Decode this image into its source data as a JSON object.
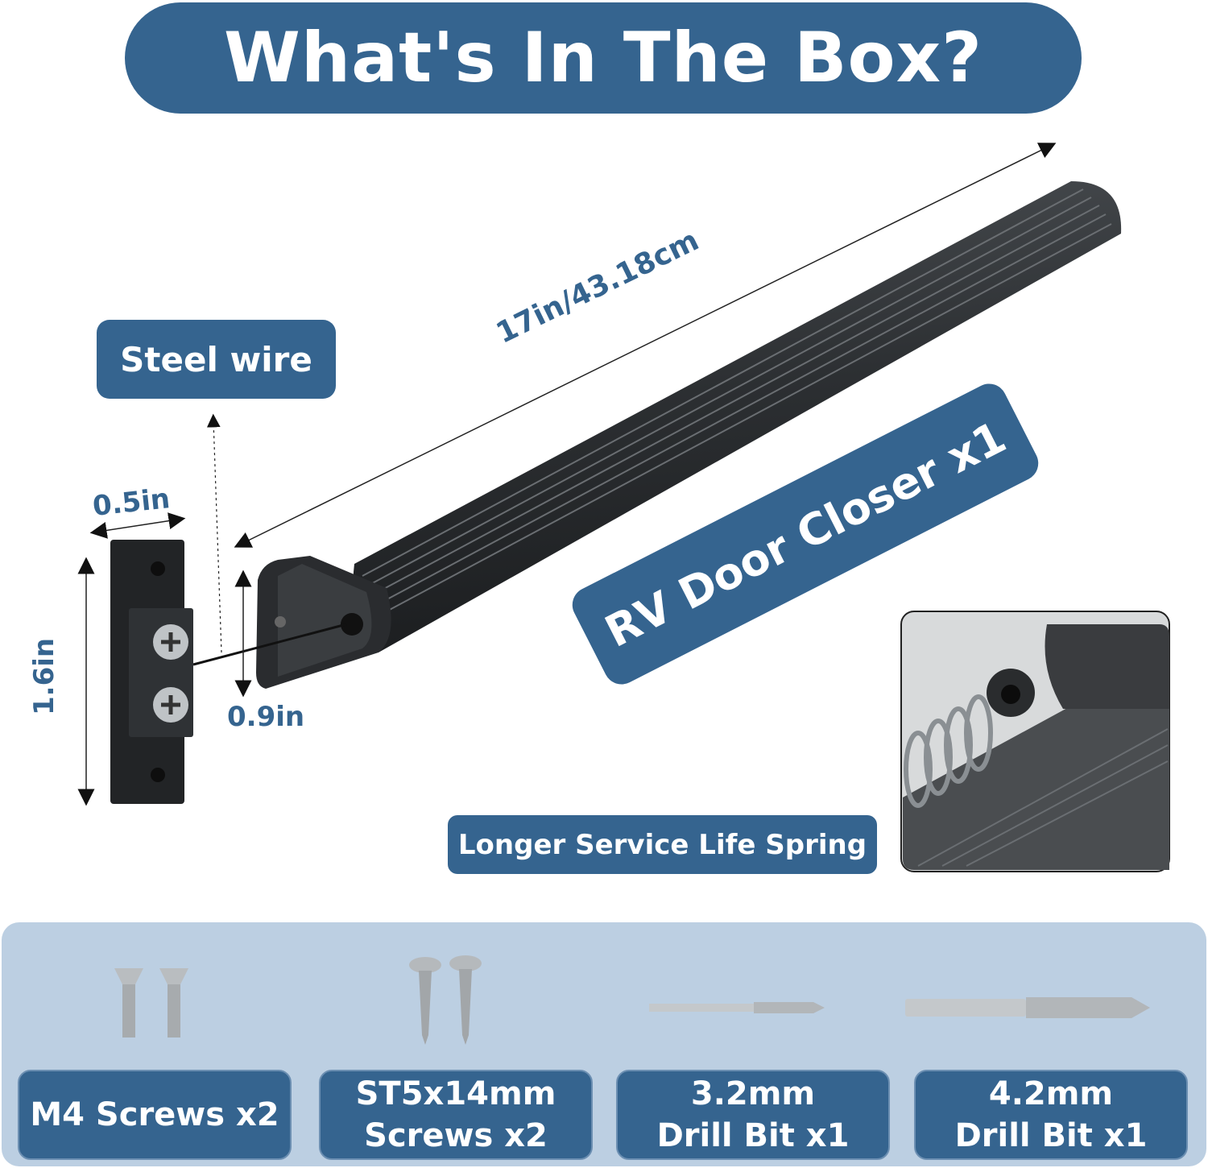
{
  "header": {
    "title": "What's In The Box?"
  },
  "main": {
    "steel_wire_label": "Steel wire",
    "closer_label": "RV Door Closer x1",
    "spring_label": "Longer Service Life Spring",
    "dimensions": {
      "length": "17in/43.18cm",
      "bracket_width": "0.5in",
      "bracket_height": "1.6in",
      "tube_height": "0.9in"
    }
  },
  "parts": [
    {
      "line1": "M4 Screws x2",
      "line2": ""
    },
    {
      "line1": "ST5x14mm",
      "line2": "Screws x2"
    },
    {
      "line1": "3.2mm",
      "line2": "Drill Bit x1"
    },
    {
      "line1": "4.2mm",
      "line2": "Drill Bit x1"
    }
  ],
  "colors": {
    "accent": "#35648f",
    "panel": "#bccfe2",
    "product": "#2d3033"
  }
}
